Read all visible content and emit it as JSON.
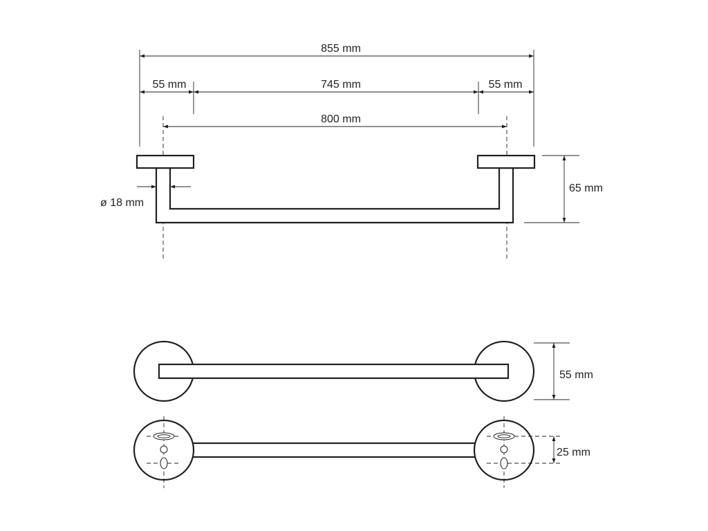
{
  "dimensions": {
    "overall_length": "855 mm",
    "left_flange": "55 mm",
    "bar_span": "745 mm",
    "right_flange": "55 mm",
    "center_to_center": "800 mm",
    "tube_diameter": "ø 18 mm",
    "projection": "65 mm",
    "flange_diameter": "55 mm",
    "screw_spacing": "25 mm"
  }
}
